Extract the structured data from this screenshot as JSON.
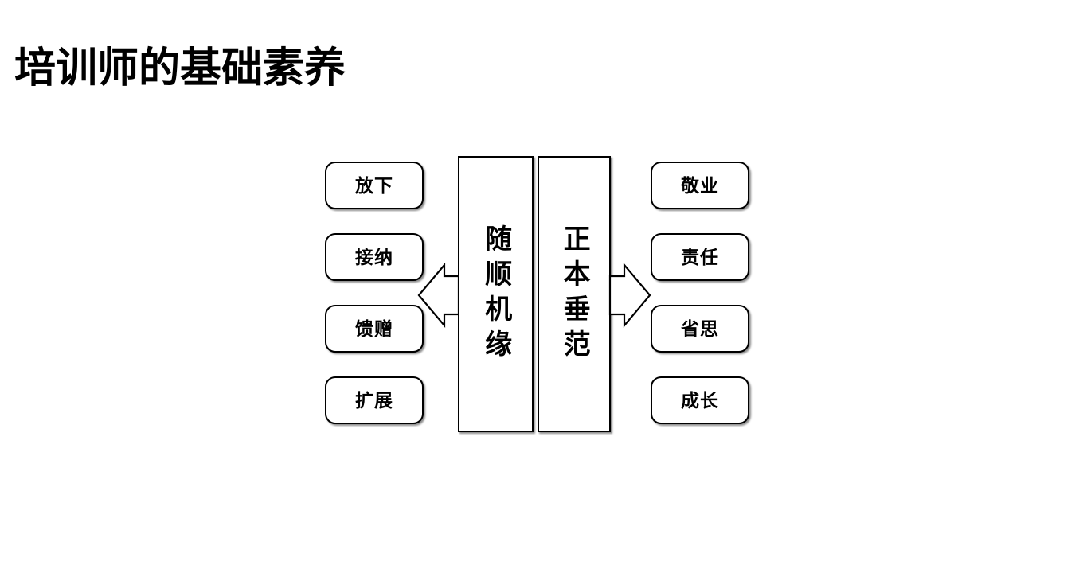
{
  "slide": {
    "title": "培训师的基础素养",
    "background_color": "#ffffff",
    "stroke_color": "#000000",
    "text_color": "#000000"
  },
  "diagram": {
    "type": "two-way-expansion",
    "center": {
      "left_pillar": {
        "label": "随顺机缘",
        "orientation": "vertical"
      },
      "right_pillar": {
        "label": "正本垂范",
        "orientation": "vertical"
      }
    },
    "arrows": [
      {
        "name": "left-arrow",
        "direction": "left",
        "style": "outlined-block-arrow"
      },
      {
        "name": "right-arrow",
        "direction": "right",
        "style": "outlined-block-arrow"
      }
    ],
    "left_branch": {
      "source": "随顺机缘",
      "items": [
        {
          "label": "放下"
        },
        {
          "label": "接纳"
        },
        {
          "label": "馈赠"
        },
        {
          "label": "扩展"
        }
      ]
    },
    "right_branch": {
      "source": "正本垂范",
      "items": [
        {
          "label": "敬业"
        },
        {
          "label": "责任"
        },
        {
          "label": "省思"
        },
        {
          "label": "成长"
        }
      ]
    }
  }
}
